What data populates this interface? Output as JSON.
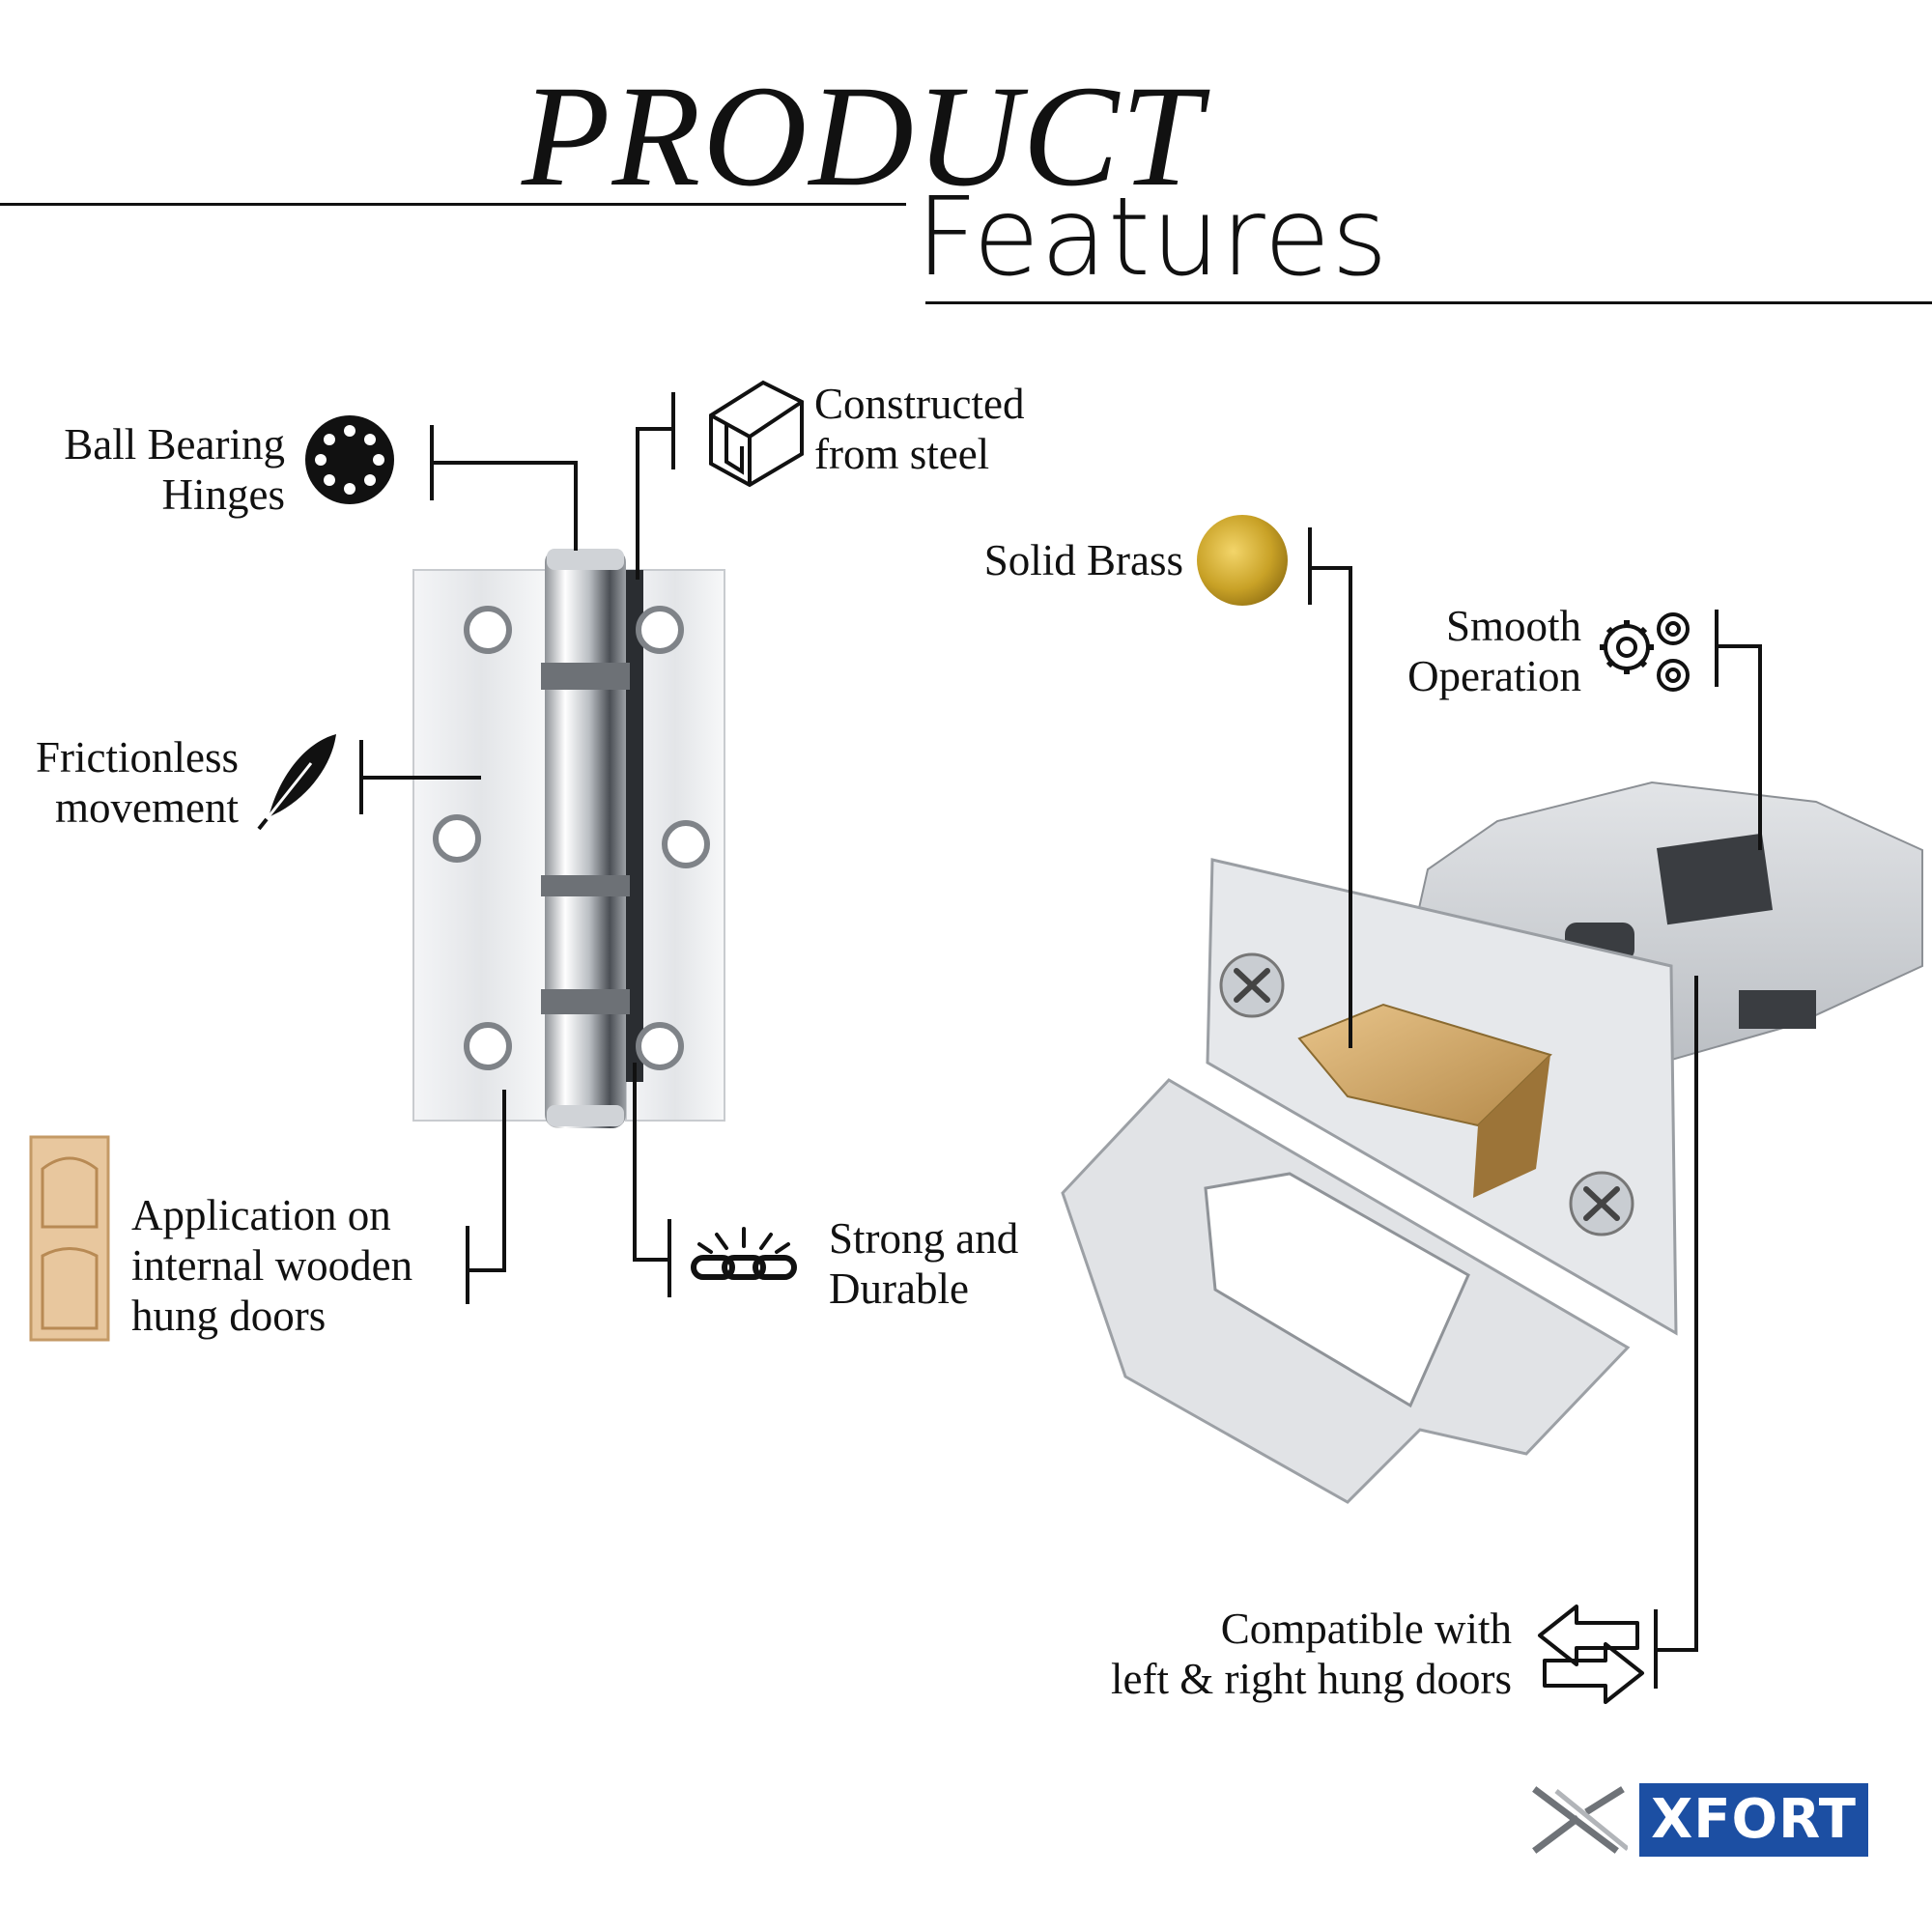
{
  "header": {
    "title_top": "PRODUCT",
    "title_bottom": "Features"
  },
  "features": {
    "ball_bearing": [
      "Ball Bearing",
      "Hinges"
    ],
    "steel": [
      "Constructed",
      "from steel"
    ],
    "solid_brass": [
      "Solid Brass"
    ],
    "smooth": [
      "Smooth",
      "Operation"
    ],
    "frictionless": [
      "Frictionless",
      "movement"
    ],
    "application": [
      "Application on",
      "internal wooden",
      "hung doors"
    ],
    "strong": [
      "Strong and",
      "Durable"
    ],
    "compatible": [
      "Compatible with",
      "left & right hung doors"
    ]
  },
  "brand": {
    "name": "XFORT",
    "color": "#1c4fa3"
  },
  "colors": {
    "brass": "#c9a227",
    "steel": "#d9dbde",
    "line": "#111111"
  }
}
